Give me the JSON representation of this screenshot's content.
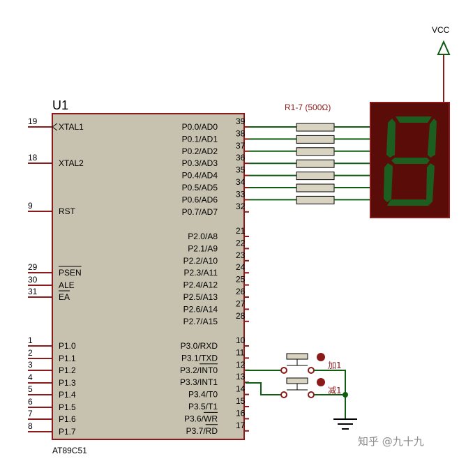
{
  "mcu": {
    "ref": "U1",
    "part": "AT89C51",
    "left_pins": [
      {
        "num": "19",
        "name": "XTAL1"
      },
      {
        "num": "18",
        "name": "XTAL2"
      },
      {
        "num": "9",
        "name": "RST"
      },
      {
        "num": "29",
        "name": "PSEN"
      },
      {
        "num": "30",
        "name": "ALE"
      },
      {
        "num": "31",
        "name": "EA"
      },
      {
        "num": "1",
        "name": "P1.0"
      },
      {
        "num": "2",
        "name": "P1.1"
      },
      {
        "num": "3",
        "name": "P1.2"
      },
      {
        "num": "4",
        "name": "P1.3"
      },
      {
        "num": "5",
        "name": "P1.4"
      },
      {
        "num": "6",
        "name": "P1.5"
      },
      {
        "num": "7",
        "name": "P1.6"
      },
      {
        "num": "8",
        "name": "P1.7"
      }
    ],
    "right_pins": [
      {
        "num": "39",
        "name": "P0.0/AD0"
      },
      {
        "num": "38",
        "name": "P0.1/AD1"
      },
      {
        "num": "37",
        "name": "P0.2/AD2"
      },
      {
        "num": "36",
        "name": "P0.3/AD3"
      },
      {
        "num": "35",
        "name": "P0.4/AD4"
      },
      {
        "num": "34",
        "name": "P0.5/AD5"
      },
      {
        "num": "33",
        "name": "P0.6/AD6"
      },
      {
        "num": "32",
        "name": "P0.7/AD7"
      },
      {
        "num": "21",
        "name": "P2.0/A8"
      },
      {
        "num": "22",
        "name": "P2.1/A9"
      },
      {
        "num": "23",
        "name": "P2.2/A10"
      },
      {
        "num": "24",
        "name": "P2.3/A11"
      },
      {
        "num": "25",
        "name": "P2.4/A12"
      },
      {
        "num": "26",
        "name": "P2.5/A13"
      },
      {
        "num": "27",
        "name": "P2.6/A14"
      },
      {
        "num": "28",
        "name": "P2.7/A15"
      },
      {
        "num": "10",
        "name": "P3.0/RXD"
      },
      {
        "num": "11",
        "name": "P3.1/TXD"
      },
      {
        "num": "12",
        "name": "P3.2/INT0"
      },
      {
        "num": "13",
        "name": "P3.3/INT1"
      },
      {
        "num": "14",
        "name": "P3.4/T0"
      },
      {
        "num": "15",
        "name": "P3.5/T1"
      },
      {
        "num": "16",
        "name": "P3.6/WR"
      },
      {
        "num": "17",
        "name": "P3.7/RD"
      }
    ]
  },
  "resistors": {
    "label": "R1-7 (500Ω)",
    "count": 7
  },
  "power": {
    "label": "VCC"
  },
  "buttons": [
    {
      "label": "加1"
    },
    {
      "label": "减1"
    }
  ],
  "display": {
    "digit": "8",
    "segments_lit": [
      "a",
      "b",
      "c",
      "d",
      "e",
      "f",
      "g"
    ]
  },
  "watermark": "知乎 @九十九",
  "colors": {
    "chip_fill": "#c7c2b0",
    "chip_border": "#8b1a1a",
    "wire": "#0f5c12",
    "pin": "#8b1a1a",
    "display_bg": "#5a0d08",
    "segment": "#1b5e20",
    "resistor_fill": "#d9d4c2"
  }
}
